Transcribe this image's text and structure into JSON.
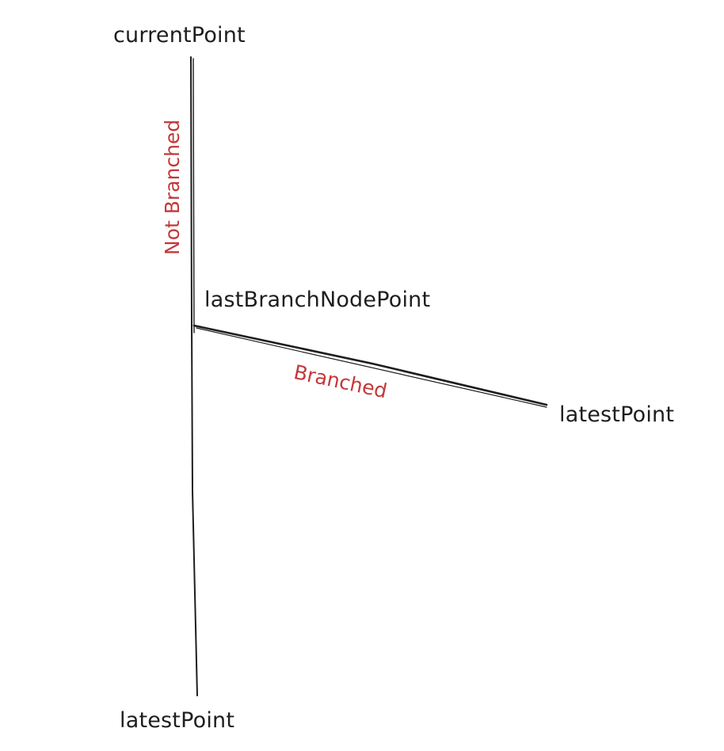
{
  "nodes": {
    "top_label": "currentPoint",
    "branch_label": "lastBranchNodePoint",
    "branch_end_label": "latestPoint",
    "bottom_label": "latestPoint"
  },
  "edges": {
    "vertical_label": "Not Branched",
    "branch_label": "Branched"
  },
  "colors": {
    "line": "#1e1e1e",
    "edge_label": "#c4383a"
  }
}
